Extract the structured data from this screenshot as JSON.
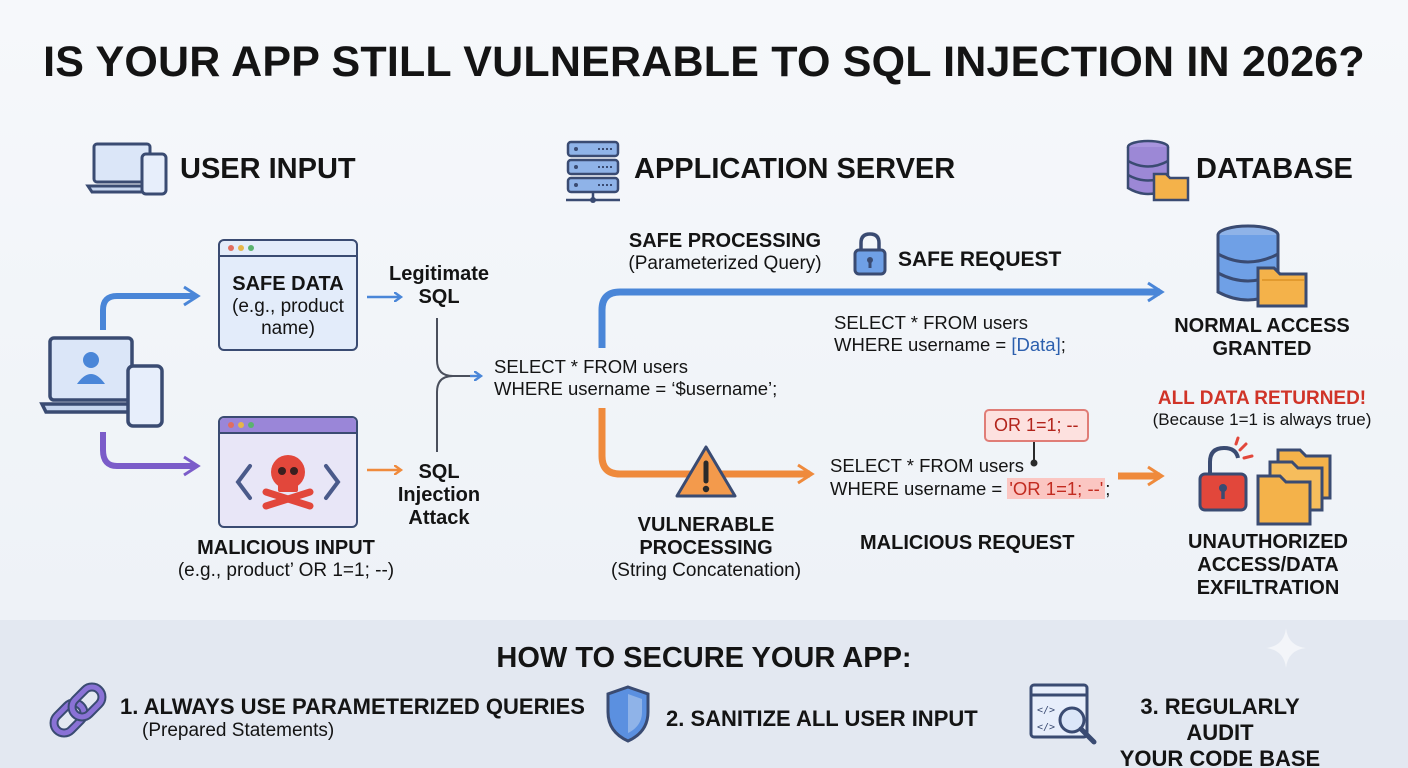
{
  "title": "IS YOUR APP STILL VULNERABLE TO SQL INJECTION IN 2026?",
  "columns": {
    "user_input": "USER INPUT",
    "app_server": "APPLICATION SERVER",
    "database": "DATABASE"
  },
  "safe_data": {
    "title": "SAFE DATA",
    "line1": "(e.g., product",
    "line2": "name)"
  },
  "malicious_input": {
    "title": "MALICIOUS INPUT",
    "example": "(e.g., product’ OR 1=1; --)"
  },
  "flow_labels": {
    "legit_line1": "Legitimate",
    "legit_line2": "SQL",
    "attack_line1": "SQL",
    "attack_line2": "Injection",
    "attack_line3": "Attack"
  },
  "base_query": {
    "line1": "SELECT * FROM users",
    "line2": "WHERE username = ‘$username’;"
  },
  "safe_processing": {
    "title": "SAFE PROCESSING",
    "sub": "(Parameterized Query)"
  },
  "safe_request": "SAFE REQUEST",
  "safe_query": {
    "line1": "SELECT * FROM users",
    "line2_prefix": "WHERE username = ",
    "param": "[Data]",
    "suffix": ";"
  },
  "normal_access": {
    "line1": "NORMAL ACCESS",
    "line2": "GRANTED"
  },
  "all_data": {
    "title": "ALL DATA RETURNED!",
    "sub": "(Because 1=1 is always true)"
  },
  "injection_badge": "OR 1=1; --",
  "malicious_query": {
    "line1": "SELECT * FROM users",
    "line2_prefix": "WHERE username = ",
    "injected": "'OR 1=1; --'",
    "suffix": ";"
  },
  "vulnerable_processing": {
    "line1": "VULNERABLE",
    "line2": "PROCESSING",
    "sub": "(String Concatenation)"
  },
  "malicious_request": "MALICIOUS REQUEST",
  "unauthorized": {
    "line1": "UNAUTHORIZED",
    "line2": "ACCESS/DATA",
    "line3": "EXFILTRATION"
  },
  "secure": {
    "heading": "HOW TO SECURE YOUR APP:",
    "tip1": {
      "title": "1. ALWAYS USE PARAMETERIZED QUERIES",
      "sub": "(Prepared Statements)"
    },
    "tip2": {
      "title": "2. SANITIZE ALL USER INPUT"
    },
    "tip3": {
      "line1": "3. REGULARLY AUDIT",
      "line2": "YOUR CODE BASE"
    }
  },
  "colors": {
    "safe_blue": "#4a86d8",
    "danger_orange": "#ef8a3c",
    "malicious_purple": "#7b5cc9",
    "alert_red": "#d03428"
  },
  "icons": [
    "laptop-phone-icon",
    "server-rack-icon",
    "database-folder-icon",
    "padlock-icon",
    "skull-crossbones-icon",
    "warning-triangle-icon",
    "broken-lock-icon",
    "link-chain-icon",
    "shield-icon",
    "code-audit-icon"
  ]
}
